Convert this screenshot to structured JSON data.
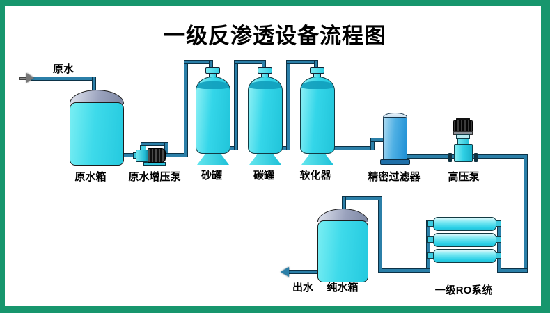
{
  "title": "一级反渗透设备流程图",
  "labels": {
    "inlet": "原水",
    "raw_water_tank": "原水箱",
    "booster_pump": "原水增压泵",
    "sand_tank": "砂罐",
    "carbon_tank": "碳罐",
    "softener": "软化器",
    "precision_filter": "精密过滤器",
    "high_pressure_pump": "高压泵",
    "outlet": "出水",
    "pure_water_tank": "纯水箱",
    "ro_system": "一级RO系统"
  },
  "colors": {
    "frame_green": "#17966d",
    "background": "#ffffff",
    "pipe_blue": "#2b7fa8",
    "equipment_cyan": "#35d6e8",
    "tank_dome_gray": "#9aa2bd",
    "filter_blue": "#3aa7e0",
    "motor_black": "#1a1a1a",
    "text": "#000000"
  }
}
